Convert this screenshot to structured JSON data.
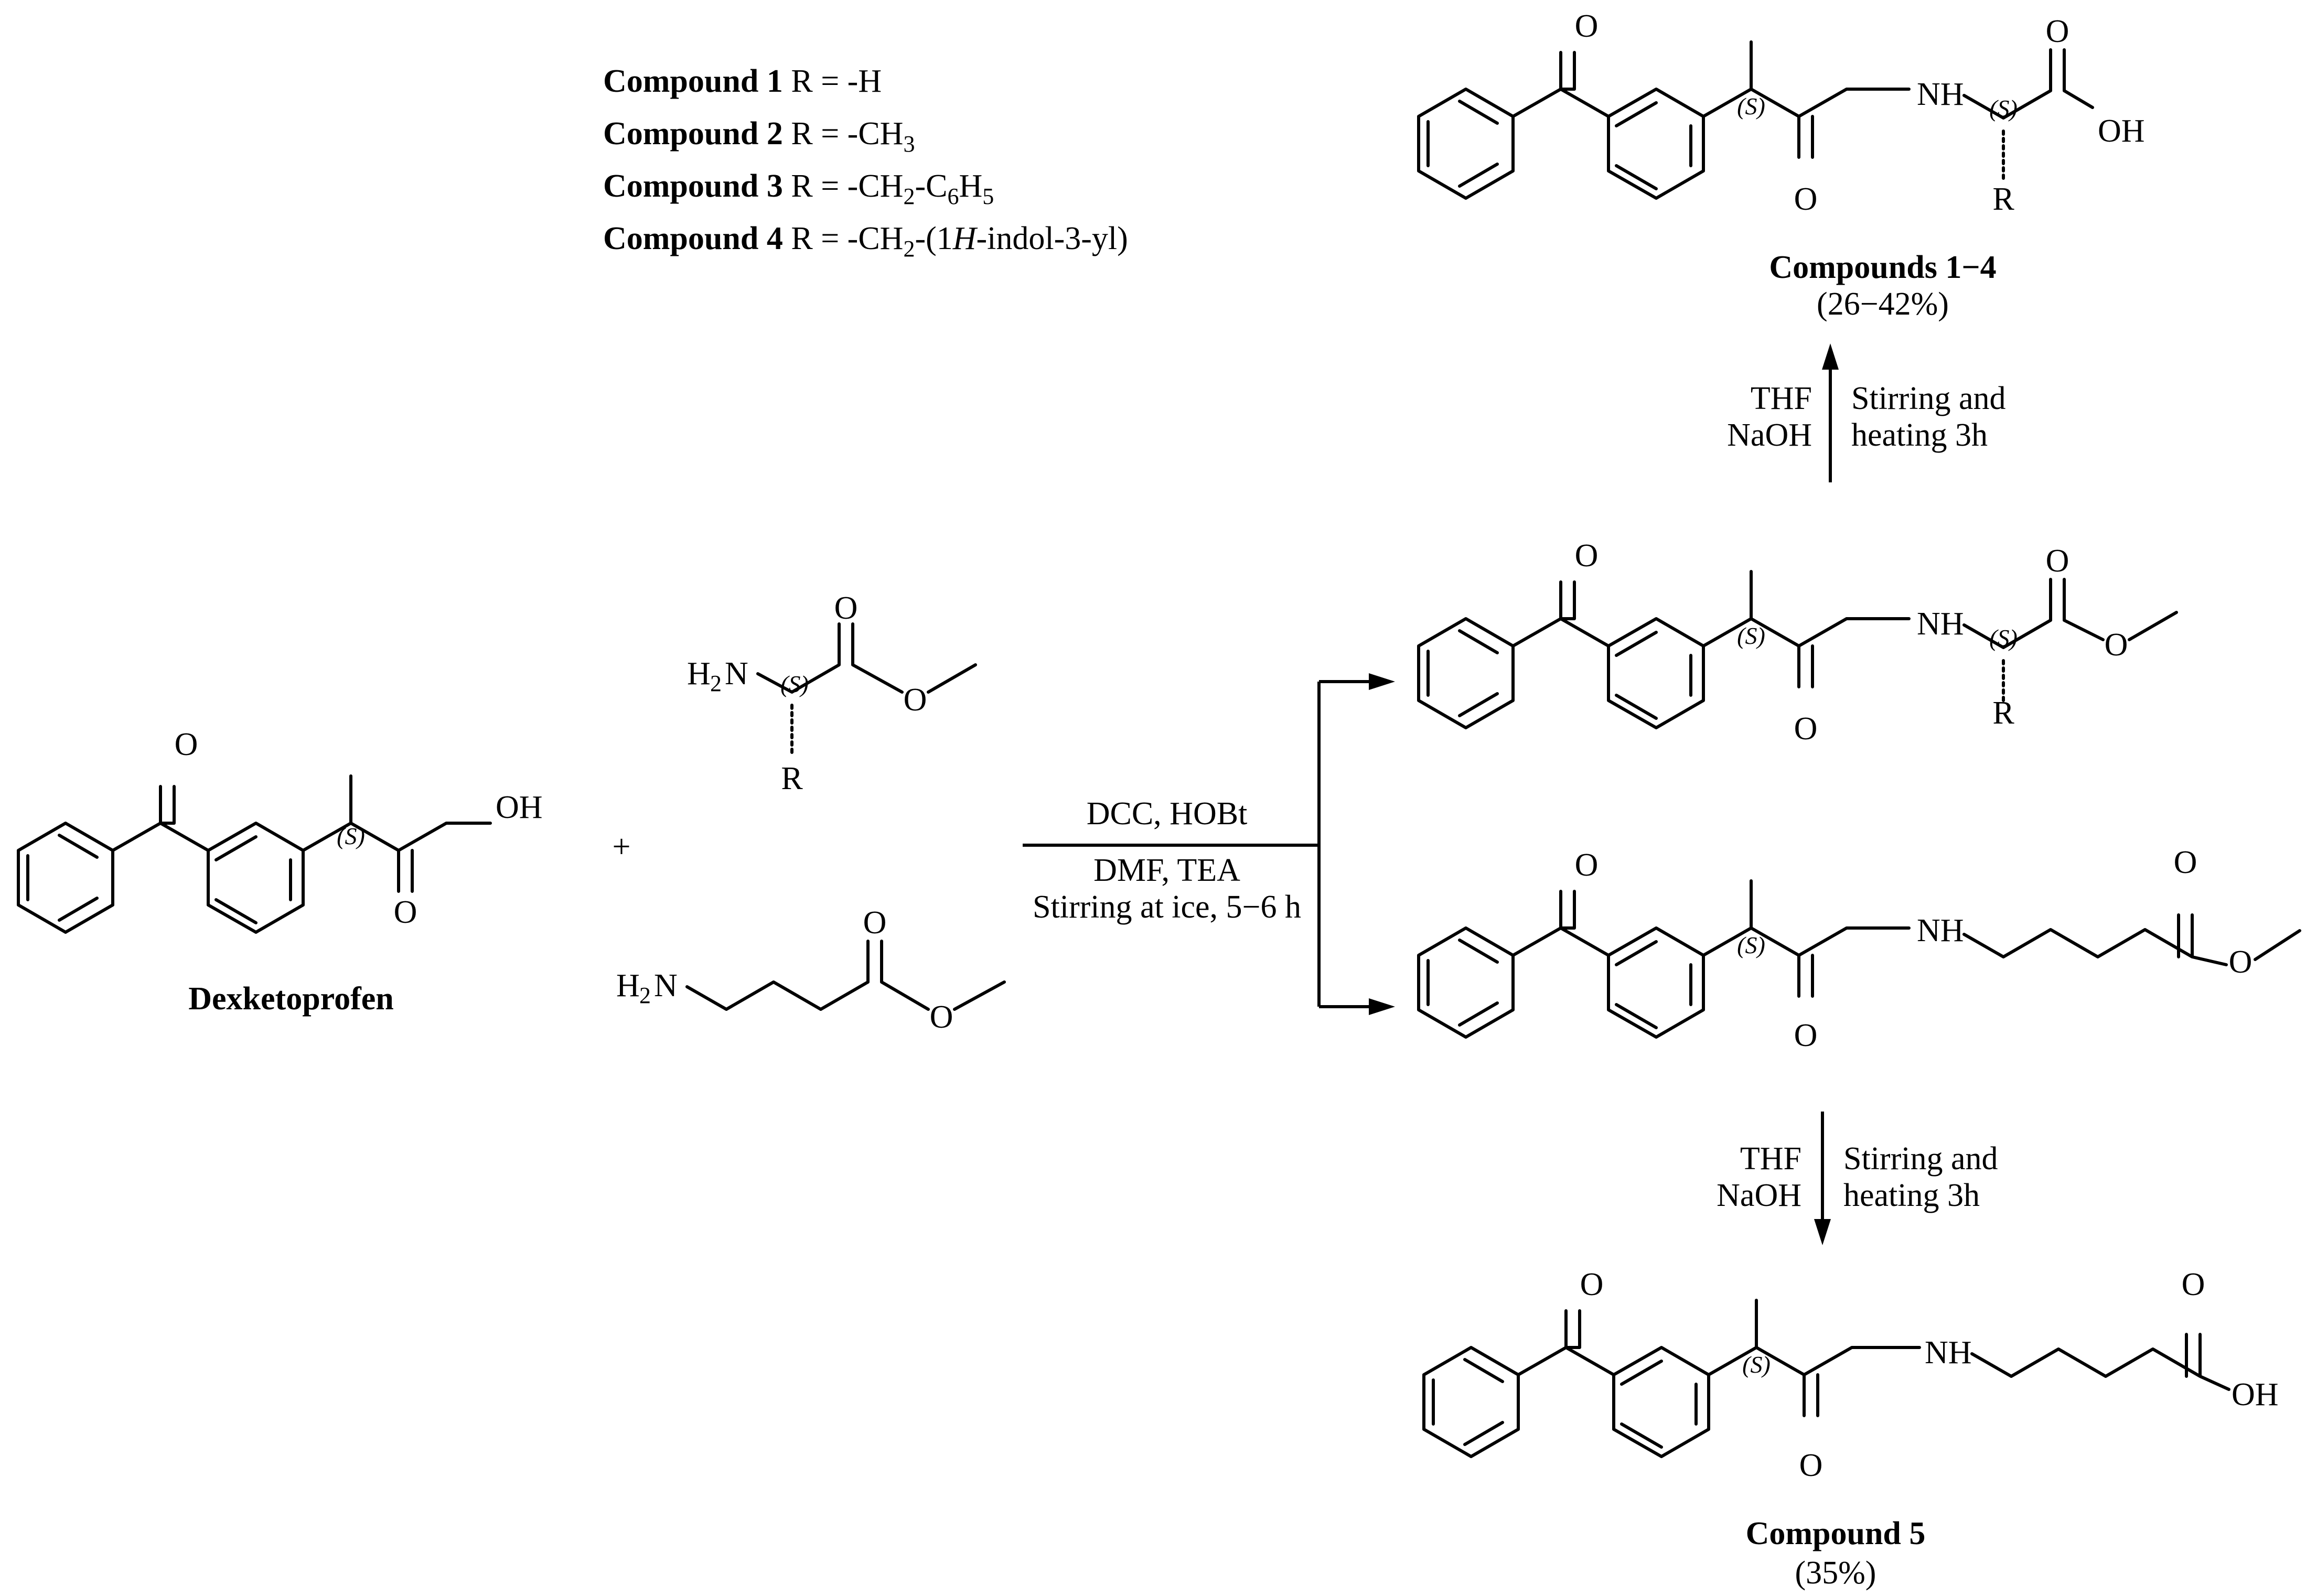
{
  "legend": [
    {
      "name": "Compound 1",
      "r": "R = -H"
    },
    {
      "name": "Compound 2",
      "r": "R = -CH",
      "sub": "3"
    },
    {
      "name": "Compound 3",
      "r": "R = -CH",
      "sub": "2",
      "tail": "-C",
      "sub2": "6",
      "tail2": "H",
      "sub3": "5"
    },
    {
      "name": "Compound 4",
      "r": "R =  -CH",
      "sub": "2",
      "tail": "-(1",
      "ital": "H",
      "tail2": "-indol-3-yl)"
    }
  ],
  "atoms": {
    "o": "O",
    "oh": "OH",
    "nh": "NH",
    "r": "R",
    "h2n": "H",
    "n": "N",
    "two": "2",
    "stereo": "(S)",
    "plus": "+"
  },
  "labels": {
    "dexketoprofen": "Dexketoprofen",
    "compounds_1_4": "Compounds 1−4",
    "yield_1_4": "(26−42%)",
    "compound_5": "Compound 5",
    "yield_5": "(35%)"
  },
  "conditions": {
    "main_top": "DCC, HOBt",
    "main_bottom_1": "DMF, TEA",
    "main_bottom_2": "Stirring at ice, 5−6 h",
    "up_left_1": "THF",
    "up_left_2": "NaOH",
    "up_right_1": "Stirring and",
    "up_right_2": "heating 3h",
    "down_left_1": "THF",
    "down_left_2": "NaOH",
    "down_right_1": "Stirring and",
    "down_right_2": "heating 3h"
  }
}
